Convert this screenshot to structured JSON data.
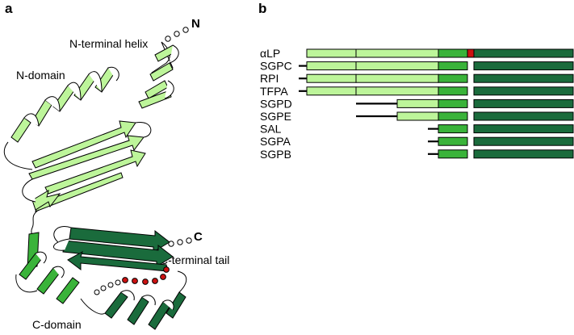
{
  "panels": {
    "a": "a",
    "b": "b"
  },
  "panel_a": {
    "n_term": "N",
    "c_term": "C",
    "n_helix": "N-terminal helix",
    "n_domain": "N-domain",
    "c_tail": "C-terminal tail",
    "c_domain": "C-domain"
  },
  "colors": {
    "light_green": "#bdf59a",
    "mid_green": "#3ab33a",
    "dark_green": "#1a6b3c",
    "red": "#cc1111",
    "outline": "#000000"
  },
  "panel_b": {
    "rows": [
      {
        "label": "αLP",
        "segments": [
          "light",
          "light",
          "mid",
          "red",
          "dark"
        ]
      },
      {
        "label": "SGPC",
        "segments": [
          "tail",
          "light",
          "light",
          "mid",
          "dark"
        ]
      },
      {
        "label": "RPI",
        "segments": [
          "tail",
          "light",
          "light",
          "mid",
          "dark"
        ]
      },
      {
        "label": "TFPA",
        "segments": [
          "tail",
          "light",
          "light",
          "mid",
          "dark"
        ]
      },
      {
        "label": "SGPD",
        "segments": [
          "tail",
          "light",
          "mid",
          "dark"
        ]
      },
      {
        "label": "SGPE",
        "segments": [
          "tail",
          "light",
          "mid",
          "dark"
        ]
      },
      {
        "label": "SAL",
        "segments": [
          "tail",
          "mid",
          "dark"
        ]
      },
      {
        "label": "SGPA",
        "segments": [
          "tail",
          "mid",
          "dark"
        ]
      },
      {
        "label": "SGPB",
        "segments": [
          "tail",
          "mid",
          "dark"
        ]
      }
    ]
  }
}
